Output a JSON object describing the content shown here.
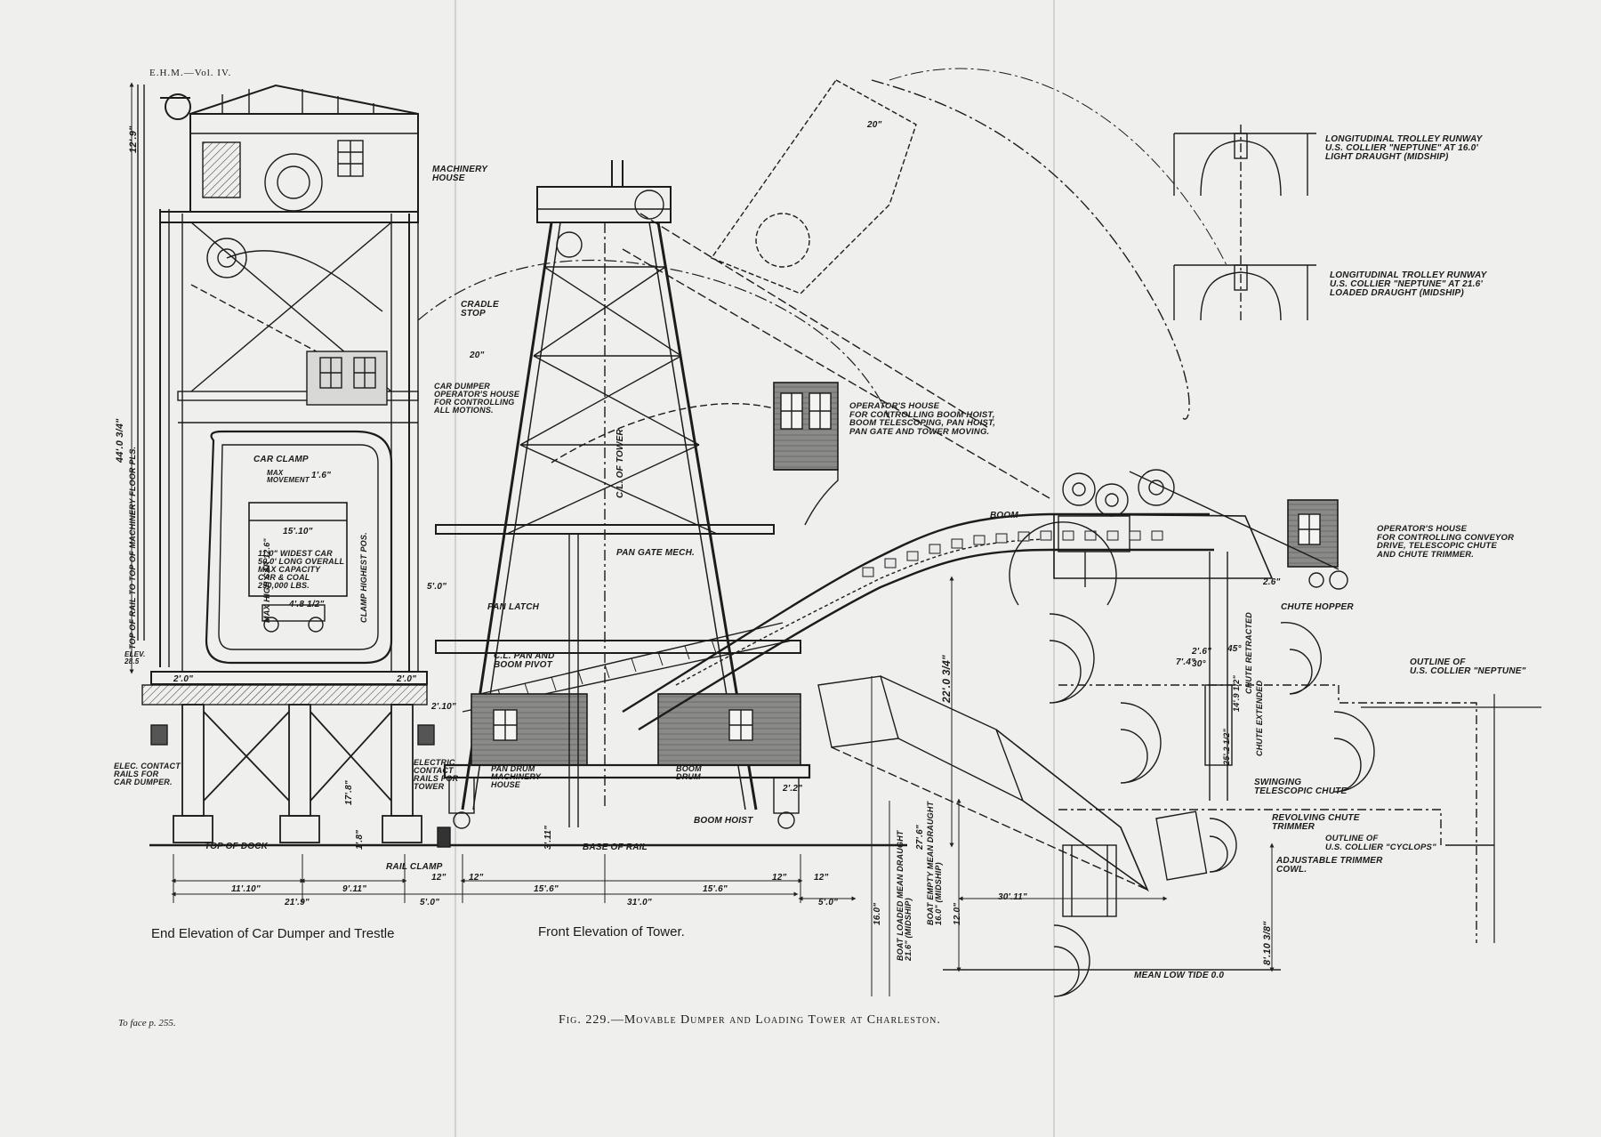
{
  "header": {
    "volume_ref": "E.H.M.—Vol. IV."
  },
  "captions": {
    "left": "End Elevation of Car Dumper and Trestle",
    "middle": "Front Elevation of Tower."
  },
  "figure_title": "Fig. 229.—Movable Dumper and Loading Tower at Charleston.",
  "page_ref": "To face p. 255.",
  "callouts": {
    "machinery_house": [
      "MACHINERY",
      "HOUSE"
    ],
    "cradle_stop": [
      "CRADLE",
      "STOP"
    ],
    "car_dumper_house": [
      "CAR DUMPER",
      "OPERATOR'S HOUSE",
      "FOR CONTROLLING",
      "ALL MOTIONS."
    ],
    "car_clamp": "CAR CLAMP",
    "max_movement": [
      "MAX",
      "MOVEMENT"
    ],
    "car_spec": [
      "11.0\" WIDEST CAR",
      "50.0' LONG OVERALL",
      "MAX CAPACITY",
      "CAR & COAL",
      "250,000 LBS."
    ],
    "pan_latch": "PAN LATCH",
    "pan_boom_pivot": [
      "C.L. PAN AND",
      "BOOM PIVOT"
    ],
    "pan_gate_mech": "PAN GATE MECH.",
    "cl_tower": "C.L. OF TOWER",
    "pan_drum_house": [
      "PAN DRUM",
      "MACHINERY",
      "HOUSE"
    ],
    "boom_drum": [
      "BOOM",
      "DRUM"
    ],
    "boom_hoist": "BOOM HOIST",
    "base_of_rail": "BASE OF RAIL",
    "rail_clamp": "RAIL CLAMP",
    "top_of_dock": "TOP OF DOCK",
    "elec_rails_dumper": [
      "ELEC. CONTACT",
      "RAILS FOR",
      "CAR DUMPER."
    ],
    "elec_rails_tower": [
      "ELECTRIC",
      "CONTACT",
      "RAILS FOR",
      "TOWER"
    ],
    "operators_house_boom": [
      "OPERATOR'S HOUSE",
      "FOR CONTROLLING BOOM HOIST,",
      "BOOM TELESCOPING, PAN HOIST,",
      "PAN GATE AND TOWER MOVING."
    ],
    "boom": "BOOM",
    "operators_house_conveyor": [
      "OPERATOR'S HOUSE",
      "FOR CONTROLLING CONVEYOR",
      "DRIVE, TELESCOPIC CHUTE",
      "AND CHUTE TRIMMER."
    ],
    "chute_hopper": "CHUTE HOPPER",
    "outline_neptune": [
      "OUTLINE OF",
      "U.S. COLLIER \"NEPTUNE\""
    ],
    "swinging_chute": [
      "SWINGING",
      "TELESCOPIC CHUTE"
    ],
    "revolving_chute": [
      "REVOLVING CHUTE",
      "TRIMMER"
    ],
    "outline_cyclops": [
      "OUTLINE OF",
      "U.S. COLLIER \"CYCLOPS\""
    ],
    "trimmer_cowl": [
      "ADJUSTABLE TRIMMER",
      "COWL."
    ],
    "mean_low_tide": "MEAN LOW TIDE 0.0",
    "trolley_light": [
      "LONGITUDINAL TROLLEY RUNWAY",
      "U.S. COLLIER \"NEPTUNE\" AT 16.0'",
      "LIGHT DRAUGHT (MIDSHIP)"
    ],
    "trolley_loaded": [
      "LONGITUDINAL TROLLEY RUNWAY",
      "U.S. COLLIER \"NEPTUNE\" AT 21.6'",
      "LOADED DRAUGHT (MIDSHIP)"
    ],
    "chute_retracted": "CHUTE RETRACTED",
    "chute_extended": "CHUTE EXTENDED",
    "boat_loaded": [
      "BOAT LOADED MEAN DRAUGHT",
      "21.6\" (MIDSHIP)"
    ],
    "boat_empty": [
      "BOAT EMPTY MEAN DRAUGHT",
      "16.0\" (MIDSHIP)"
    ],
    "rail_to_floor": "TOP OF RAIL TO TOP OF MACHINERY FLOOR PLS.",
    "max_high_car": "MAX HIGH CAR 12.6\"",
    "clamp_highest": "CLAMP HIGHEST POS.",
    "elev": [
      "ELEV.",
      "28.5"
    ]
  },
  "dimensions": {
    "d_12_9": "12'.9\"",
    "d_44_0": "44'.0 3/4\"",
    "d_11_10": "11'.10\"",
    "d_9_11": "9'.11\"",
    "d_21_9": "21'.9\"",
    "d_5_0_a": "5'.0\"",
    "d_15_6_a": "15'.6\"",
    "d_31_0": "31'.0\"",
    "d_15_6_b": "15'.6\"",
    "d_5_0_b": "5'.0\"",
    "d_30_11": "30'.11\"",
    "d_12_0": "12.0\"",
    "d_16_0": "16.0\"",
    "d_27_6": "27'.6\"",
    "d_22_0": "22'.0 3/4\"",
    "d_8_10": "8'.10 3/8\"",
    "d_17_8": "17'.8\"",
    "d_15_10": "15'.10\"",
    "d_4_8": "4'.8 1/2\"",
    "d_2_0_a": "2'.0\"",
    "d_2_0_b": "2'.0\"",
    "d_2_10": "2'.10\"",
    "d_12_a": "12\"",
    "d_12_b": "12\"",
    "d_12_c": "12\"",
    "d_12_d": "12\"",
    "d_20_a": "20\"",
    "d_20_b": "20\"",
    "d_2_2": "2'.2\"",
    "d_1_8": "1'.8\"",
    "d_3_11": "3'.11\"",
    "d_1_6": "1'.6\"",
    "d_7_4": "7'.4\"",
    "d_5_0_c": "5'.0\"",
    "d_2_6": "2.6\"",
    "d_2_6_b": "2'.6\"",
    "d_30": "30°",
    "d_45": "45°",
    "d_14_9": "14'.9 1/2\"",
    "d_25_2": "25'.2 1/2\""
  }
}
